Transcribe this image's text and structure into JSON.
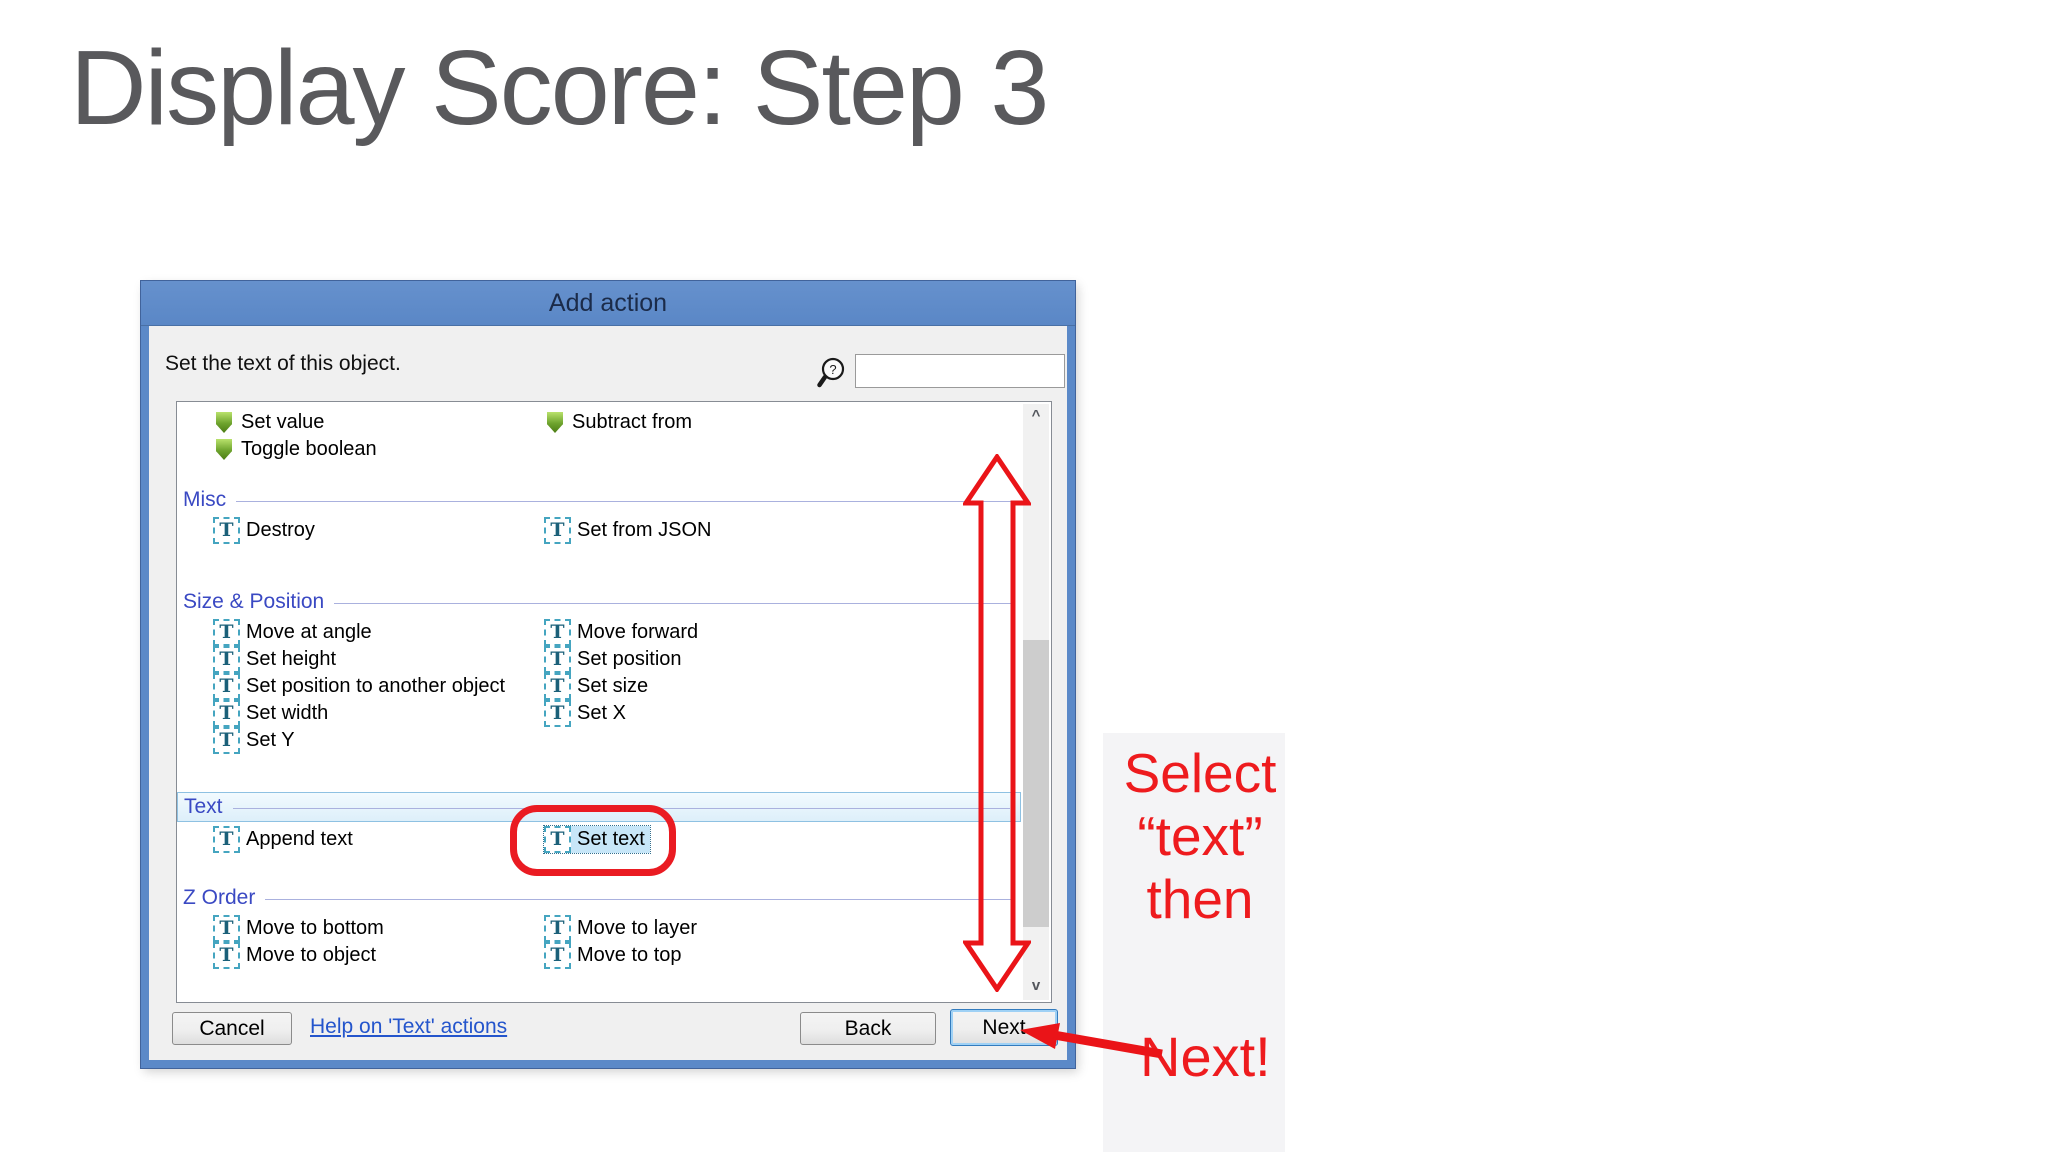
{
  "slide": {
    "title": "Display Score: Step 3"
  },
  "dialog": {
    "title": "Add action",
    "description": "Set the text of this object.",
    "search": {
      "value": "",
      "placeholder": "",
      "glyph": "?"
    },
    "icons": {
      "text_glyph": "T"
    },
    "groups": [
      {
        "name": "",
        "items": [
          {
            "label": "Set value"
          },
          {
            "label": "Subtract from"
          },
          {
            "label": "Toggle boolean"
          }
        ]
      },
      {
        "name": "Misc",
        "items": [
          {
            "label": "Destroy"
          },
          {
            "label": "Set from JSON"
          }
        ]
      },
      {
        "name": "Size & Position",
        "items": [
          {
            "label": "Move at angle"
          },
          {
            "label": "Move forward"
          },
          {
            "label": "Set height"
          },
          {
            "label": "Set position"
          },
          {
            "label": "Set position to another object"
          },
          {
            "label": "Set size"
          },
          {
            "label": "Set width"
          },
          {
            "label": "Set X"
          },
          {
            "label": "Set Y"
          }
        ]
      },
      {
        "name": "Text",
        "items": [
          {
            "label": "Append text"
          },
          {
            "label": "Set text",
            "selected": true
          }
        ]
      },
      {
        "name": "Z Order",
        "items": [
          {
            "label": "Move to bottom"
          },
          {
            "label": "Move to layer"
          },
          {
            "label": "Move to object"
          },
          {
            "label": "Move to top"
          }
        ]
      }
    ],
    "scrollbar": {
      "up": "^",
      "down": "v"
    },
    "footer": {
      "cancel": "Cancel",
      "help": "Help on 'Text' actions",
      "back": "Back",
      "next": "Next"
    }
  },
  "annotations": {
    "line1": "Select",
    "line2": "“text”",
    "line3": "then",
    "next_label": "Next!"
  },
  "colors": {
    "titlebar": "#5b89c8",
    "annotation_red": "#ee1b1e",
    "group_header": "#3a49c3",
    "link": "#2455cc"
  }
}
